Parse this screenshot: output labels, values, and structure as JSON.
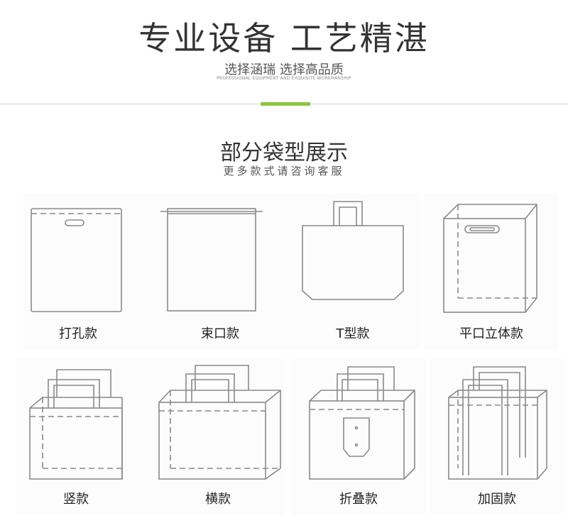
{
  "header": {
    "title": "专业设备 工艺精湛",
    "subtitle": "选择涵瑞 选择高品质",
    "tagline": "PROFESSIONAL EQUIPMENT AND EXQUISITE WORKMANSHIP",
    "accent_color": "#8cc63f"
  },
  "section": {
    "title": "部分袋型展示",
    "subtitle": "更多款式请咨询客服"
  },
  "bags": [
    {
      "label": "打孔款",
      "icon": "die-cut-bag-icon"
    },
    {
      "label": "束口款",
      "icon": "drawstring-bag-icon"
    },
    {
      "label": "T型款",
      "icon": "t-shirt-bag-icon"
    },
    {
      "label": "平口立体款",
      "icon": "flat-3d-bag-icon"
    },
    {
      "label": "竖款",
      "icon": "vertical-tote-icon"
    },
    {
      "label": "横款",
      "icon": "horizontal-tote-icon"
    },
    {
      "label": "折叠款",
      "icon": "foldable-bag-icon"
    },
    {
      "label": "加固款",
      "icon": "reinforced-bag-icon"
    }
  ]
}
